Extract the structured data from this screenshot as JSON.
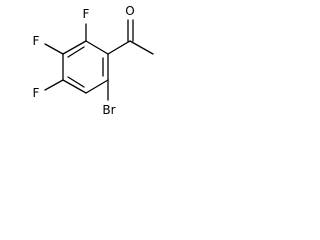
{
  "molecule": {
    "atoms": {
      "oxygen": "O",
      "fluorine_top": "F",
      "fluorine_middle": "F",
      "fluorine_bottom": "F",
      "bromine": "Br"
    }
  }
}
